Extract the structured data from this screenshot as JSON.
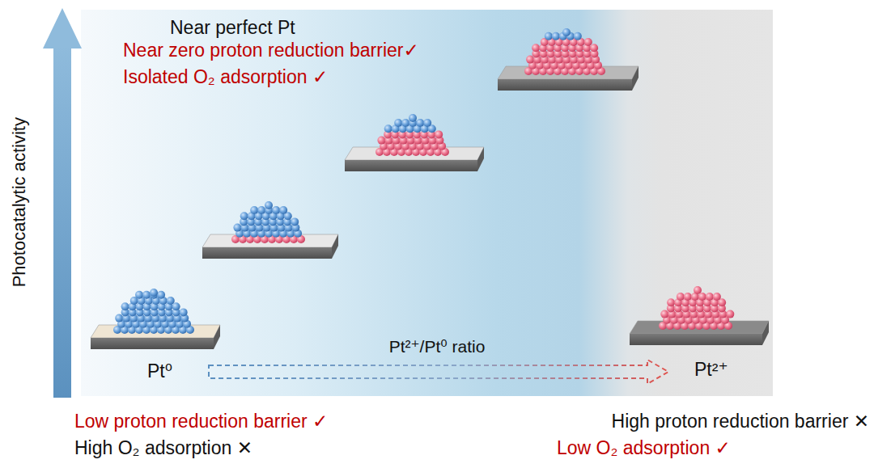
{
  "diagram": {
    "labels": [
      "Photocatalytic activity",
      "Near perfect Pt",
      "Near zero proton reduction barrier✓",
      "Isolated O₂ adsorption ✓",
      "Pt⁰",
      "Pt²⁺/Pt⁰ ratio",
      "Pt²⁺",
      "Low proton reduction barrier ✓",
      "High O₂ adsorption ✕",
      "High proton reduction barrier ✕",
      "Low O₂ adsorption ✓"
    ]
  }
}
